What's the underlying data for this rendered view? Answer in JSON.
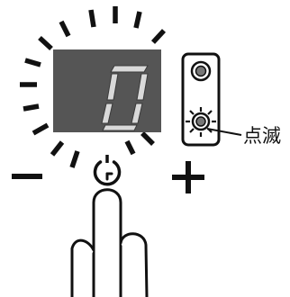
{
  "display": {
    "digit": "0",
    "background_color": "#555555",
    "segment_color": "#d9d9d9"
  },
  "indicator": {
    "blink_label": "点滅",
    "upper_lamp_state": "on",
    "lower_lamp_state": "blinking"
  },
  "controls": {
    "minus_symbol": "−",
    "plus_symbol": "+",
    "timer_icon": "timer-button-icon"
  },
  "hand": {
    "icon": "pointing-finger-icon",
    "action": "press-timer-button"
  },
  "colors": {
    "ink": "#111111",
    "lamp_fill": "#777777",
    "display_bg": "#555555"
  }
}
